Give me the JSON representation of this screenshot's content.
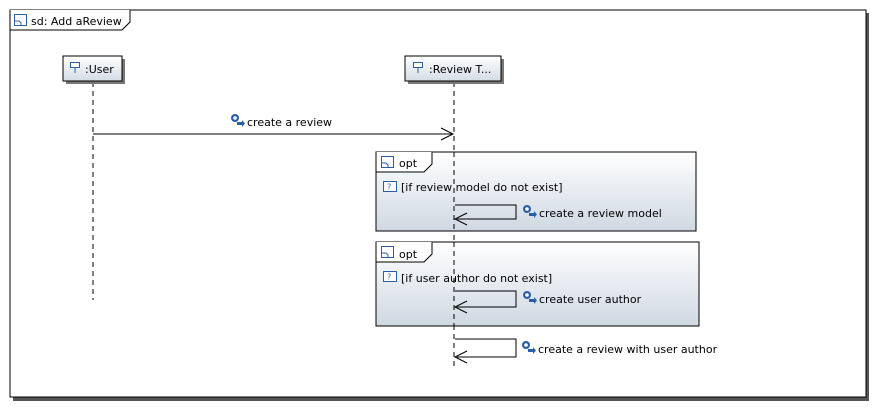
{
  "frame": {
    "title": "sd: Add aReview"
  },
  "lifelines": [
    {
      "id": "user",
      "label": ":User"
    },
    {
      "id": "review",
      "label": ":Review T..."
    }
  ],
  "messages": [
    {
      "label": "create a review"
    },
    {
      "label": "create a review model"
    },
    {
      "label": "create user author"
    },
    {
      "label": "create a review with user author"
    }
  ],
  "fragments": [
    {
      "operator": "opt",
      "guard": "[if review model do not exist]"
    },
    {
      "operator": "opt",
      "guard": "[if user author do not exist]"
    }
  ],
  "colors": {
    "gradient_top": "#ffffff",
    "gradient_bottom": "#d3dce5",
    "icon_blue": "#2a5fa8",
    "border": "#000000"
  },
  "icons": {
    "frame": "sequence-diagram-icon",
    "lifeline": "lifeline-icon",
    "message": "message-operation-icon",
    "fragment": "combined-fragment-icon",
    "guard": "guard-constraint-icon"
  }
}
